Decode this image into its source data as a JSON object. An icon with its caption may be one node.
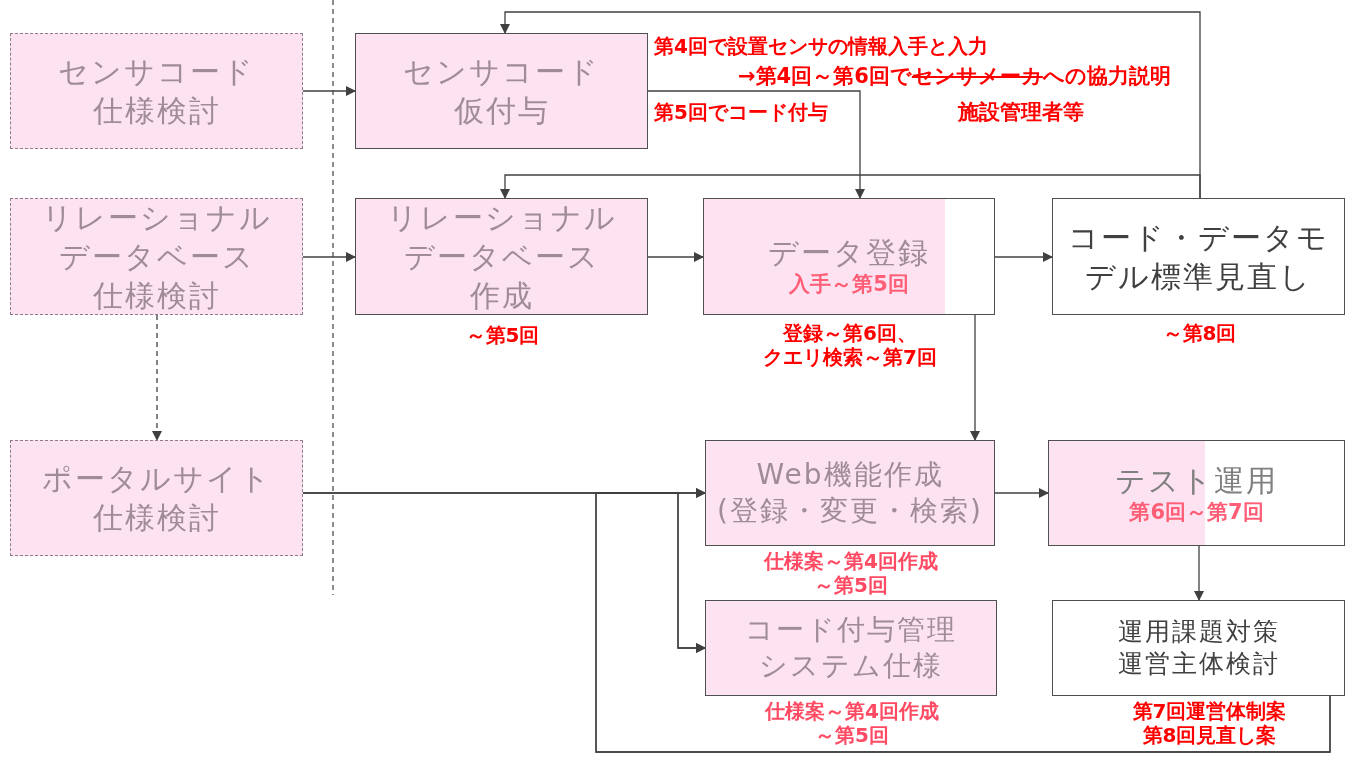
{
  "diagram": {
    "nodes": [
      {
        "text": [
          "センサコード仕様検討"
        ]
      },
      {
        "text": [
          "リレーショナルデータベース仕様検討"
        ]
      },
      {
        "text": [
          "ポータルサイト仕様検討"
        ]
      },
      {
        "text": [
          "センサコード仮付与"
        ],
        "beside": [
          "第4回で設置センサの情報入手と入力",
          "第5回でコード付与"
        ]
      },
      {
        "text": [
          "リレーショナルデータベース作成"
        ],
        "beside": [
          "～第5回"
        ]
      },
      {
        "text": [
          "データ登録",
          "入手～第5回"
        ],
        "beside": [
          "登録～第6回、クエリ検索～第7回"
        ]
      },
      {
        "text": [
          "コード・データモデル標準見直し"
        ],
        "beside": [
          "～第8回"
        ]
      },
      {
        "text": [
          "Web機能作成(登録・変更・検索)"
        ],
        "beside": [
          "仕様案～第4回作成～第5回"
        ]
      },
      {
        "text": [
          "テスト運用",
          "第6回～第7回"
        ]
      },
      {
        "text": [
          "コード付与管理システム仕様"
        ],
        "beside": [
          "仕様案～第4回作成～第5回"
        ]
      },
      {
        "text": [
          "運用課題対策運営主体検討"
        ],
        "beside": [
          "第7回運営体制案",
          "第8回見直し案"
        ]
      }
    ],
    "edges": [
      {
        "from": 0,
        "to": 3,
        "arrow": "to"
      },
      {
        "from": 1,
        "to": 4,
        "arrow": "to"
      },
      {
        "from": 1,
        "to": 2,
        "arrow": "to",
        "style": "dashed"
      },
      {
        "from": 3,
        "to": 5,
        "arrow": "to"
      },
      {
        "from": 4,
        "to": 5,
        "arrow": "to"
      },
      {
        "from": 5,
        "to": 6,
        "arrow": "to"
      },
      {
        "from": 6,
        "to": 3,
        "arrow": "to"
      },
      {
        "from": 6,
        "to": 4,
        "arrow": "to"
      },
      {
        "from": 5,
        "to": 7,
        "arrow": "to"
      },
      {
        "from": 2,
        "to": 7,
        "arrow": "to"
      },
      {
        "from": 2,
        "to": 9,
        "arrow": "to"
      },
      {
        "from": 7,
        "to": 8,
        "arrow": "to"
      },
      {
        "from": 8,
        "to": 10,
        "arrow": "to"
      },
      {
        "from": 10,
        "to": 7,
        "arrow": "to"
      },
      {
        "from": 10,
        "to": 9,
        "arrow": "to"
      }
    ],
    "labels": [
      "→第4回～第6回で",
      "センサメーカ",
      "への協力説明",
      "施設管理者等"
    ]
  }
}
